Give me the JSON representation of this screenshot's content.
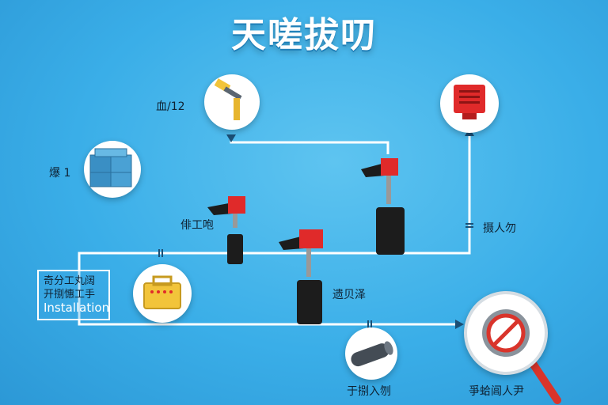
{
  "title": "天嗟拔叨",
  "labels": {
    "top_tool": "血/12",
    "blocks": "爆 1",
    "tool_left": "俳工咆",
    "right_mid": "摄人勿",
    "center_cyl": "遗贝泽",
    "bottom_left": "于捌入刎",
    "bottom_right": "爭蛤阊人尹"
  },
  "install": {
    "line1": "奇分工丸阔",
    "line2": "开捌憓工手",
    "line3": "Installation"
  },
  "icons": {
    "tool": "wrench-tool-icon",
    "fire_alarm": "fire-alarm-icon",
    "blocks": "stacked-blocks-icon",
    "toolbox": "toolbox-icon",
    "pipe": "pipe-roll-icon",
    "no_entry_gear": "no-entry-gear-icon",
    "valve": "valve-actuator-icon"
  },
  "colors": {
    "background": "#3aaee8",
    "flow_line": "#ffffff",
    "valve_red": "#e02a2a",
    "cylinder": "#1c1c1c",
    "accent_yellow": "#f2c43a",
    "magnifier_red": "#d9342b"
  }
}
